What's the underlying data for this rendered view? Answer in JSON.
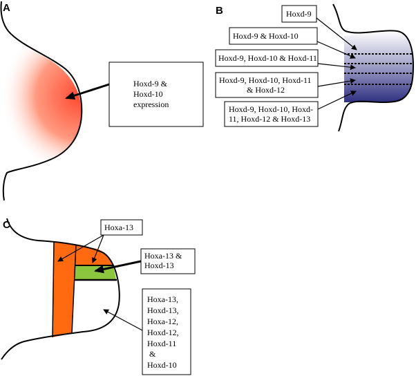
{
  "colors": {
    "orange": "#ff6a10",
    "green": "#8cc63f",
    "red_gradient_start": "#ff4a30",
    "blue_gradient_end": "#2e2f80"
  },
  "panel_a": {
    "letter": "A",
    "label_lines": [
      "Hoxd-9 &",
      "Hoxd-10",
      "expression"
    ]
  },
  "panel_b": {
    "letter": "B",
    "labels": [
      {
        "lines": [
          "Hoxd-9"
        ]
      },
      {
        "lines": [
          "Hoxd-9 & Hoxd-10"
        ]
      },
      {
        "lines": [
          "Hoxd-9, Hoxd-10 & Hoxd-11"
        ]
      },
      {
        "lines": [
          "Hoxd-9, Hoxd-10, Hoxd-11",
          "& Hoxd-12"
        ]
      },
      {
        "lines": [
          "Hoxd-9, Hoxd-10, Hoxd-",
          "11, Hoxd-12 & Hoxd-13"
        ]
      }
    ]
  },
  "panel_c": {
    "letter": "C",
    "label_hoxa13": [
      "Hoxa-13"
    ],
    "label_hoxa13_hoxd13": [
      "Hoxa-13 &",
      "Hoxd-13"
    ],
    "label_all": [
      "Hoxa-13,",
      "Hoxd-13,",
      "Hoxa-12,",
      "Hoxd-12,",
      "Hoxd-11",
      "&",
      "Hoxd-10"
    ]
  }
}
